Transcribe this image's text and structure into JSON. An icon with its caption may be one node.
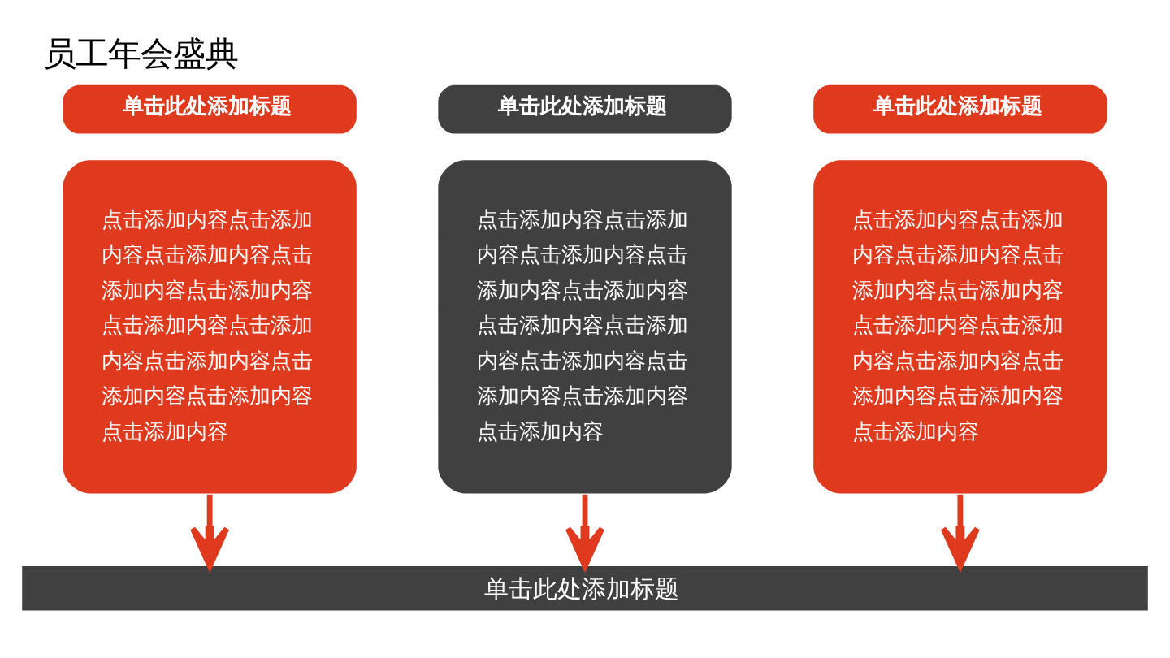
{
  "diagram": {
    "title": "员工年会盛典",
    "nodes": [
      {
        "text": [
          "单击此处添加标题"
        ]
      },
      {
        "text": [
          "点击添加内容点击添加内容点击添加内容点击添加内容点击添加内容点击添加内容点击添加内容点击添加内容点击添加内容点击添加内容点击添加内容"
        ]
      },
      {
        "text": [
          "单击此处添加标题"
        ]
      },
      {
        "text": [
          "点击添加内容点击添加内容点击添加内容点击添加内容点击添加内容点击添加内容点击添加内容点击添加内容点击添加内容点击添加内容点击添加内容"
        ]
      },
      {
        "text": [
          "单击此处添加标题"
        ]
      },
      {
        "text": [
          "点击添加内容点击添加内容点击添加内容点击添加内容点击添加内容点击添加内容点击添加内容点击添加内容点击添加内容点击添加内容点击添加内容"
        ]
      },
      {
        "text": [
          "单击此处添加标题"
        ]
      }
    ],
    "edges": [
      {
        "from": 1,
        "to": 6,
        "arrow": "to"
      },
      {
        "from": 3,
        "to": 6,
        "arrow": "to"
      },
      {
        "from": 5,
        "to": 6,
        "arrow": "to"
      }
    ]
  }
}
